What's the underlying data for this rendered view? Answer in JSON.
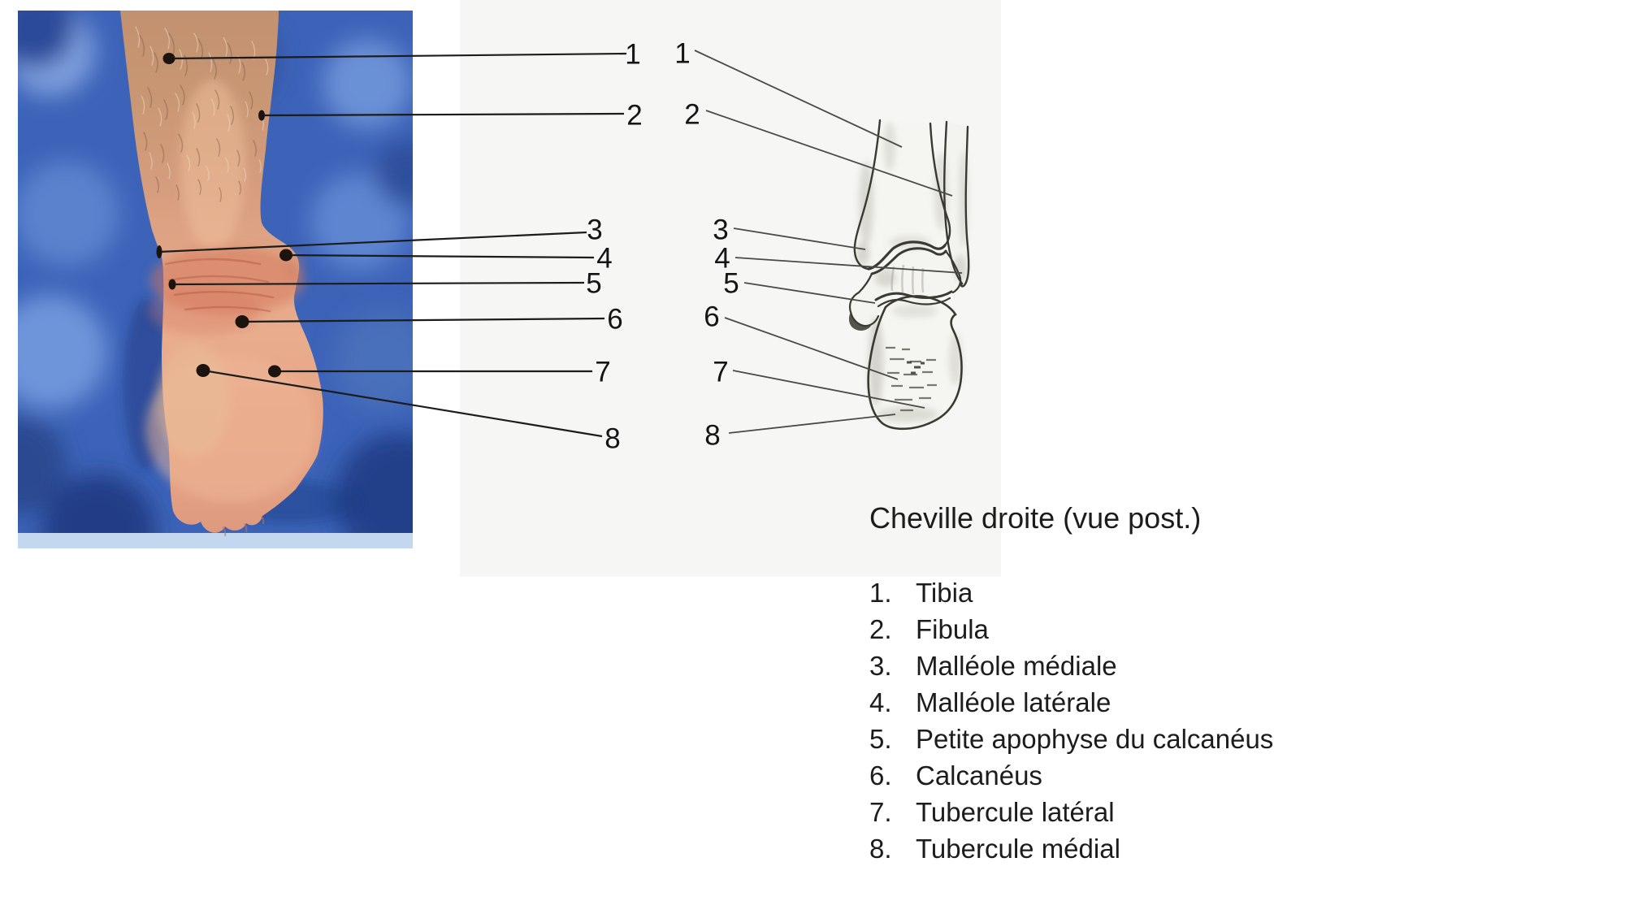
{
  "figure": {
    "title": "Cheville droite (vue post.)",
    "numbers": [
      "1",
      "2",
      "3",
      "4",
      "5",
      "6",
      "7",
      "8"
    ],
    "legend": [
      {
        "num": "1.",
        "label": "Tibia"
      },
      {
        "num": "2.",
        "label": "Fibula"
      },
      {
        "num": "3.",
        "label": "Malléole médiale"
      },
      {
        "num": "4.",
        "label": "Malléole latérale"
      },
      {
        "num": "5.",
        "label": "Petite apophyse du calcanéus"
      },
      {
        "num": "6.",
        "label": "Calcanéus"
      },
      {
        "num": "7.",
        "label": "Tubercule latéral"
      },
      {
        "num": "8.",
        "label": "Tubercule médial"
      }
    ],
    "colors": {
      "photo_background_blue": "#3c63b8",
      "skin_tone": "#e2a687",
      "paper_gray": "#f6f6f4",
      "leader_line_dark": "#1c1c1c",
      "sketch_line_gray": "#3a3a33"
    }
  }
}
